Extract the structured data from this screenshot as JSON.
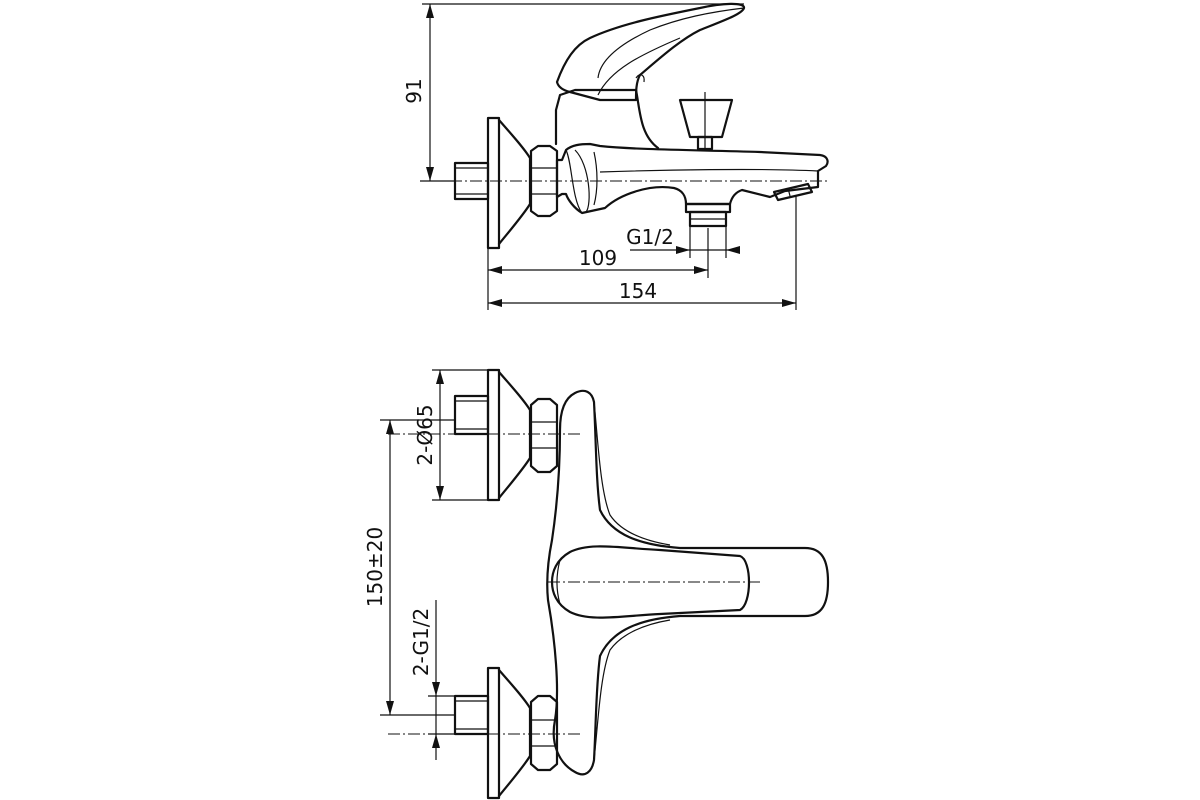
{
  "colors": {
    "line": "#111111",
    "background": "#ffffff"
  },
  "side_view": {
    "dim_height": "91",
    "dim_outlet_thread": "G1/2",
    "dim_to_outlet": "109",
    "dim_total_length": "154"
  },
  "top_view": {
    "dim_flange_diameter": "2-Ø65",
    "dim_inlet_spacing": "150±20",
    "dim_inlet_thread": "2-G1/2"
  }
}
